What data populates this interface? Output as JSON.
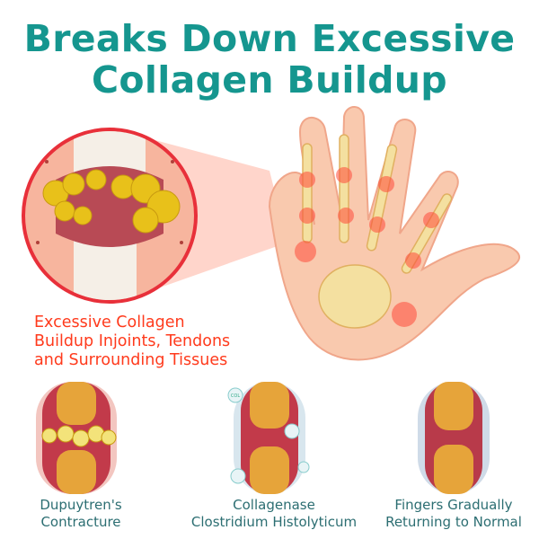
{
  "header": {
    "title_line1": "Breaks Down Excessive",
    "title_line2": "Collagen Buildup"
  },
  "callout": {
    "line1": "Excessive Collagen",
    "line2": "Buildup Injoints, Tendons",
    "line3": "and Surrounding Tissues"
  },
  "stages": [
    {
      "line1": "Dupuytren's",
      "line2": "Contracture"
    },
    {
      "line1": "Collagenase",
      "line2": "Clostridium Histolyticum",
      "badge": "COL"
    },
    {
      "line1": "Fingers Gradually",
      "line2": "Returning to Normal"
    }
  ],
  "colors": {
    "title": "#15968f",
    "callout": "#ff3a1c",
    "caption": "#2c6e72",
    "collagen": "#e8c11a",
    "inflammation": "#e8303a"
  }
}
